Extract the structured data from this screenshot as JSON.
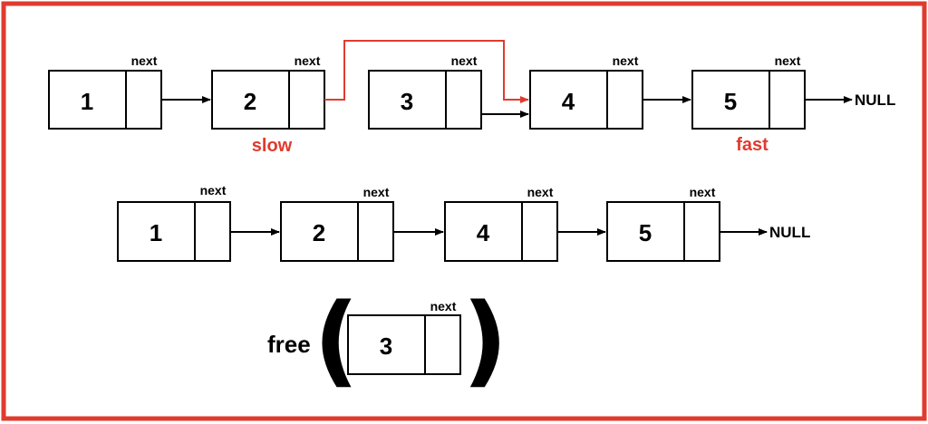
{
  "colors": {
    "frame": "#e03b2f",
    "highlight": "#e03b2f",
    "ink": "#000000"
  },
  "next_label": "next",
  "null_label": "NULL",
  "row1": {
    "nodes": [
      "1",
      "2",
      "3",
      "4",
      "5"
    ],
    "slow_label": "slow",
    "fast_label": "fast"
  },
  "row2": {
    "nodes": [
      "1",
      "2",
      "4",
      "5"
    ]
  },
  "free_call": {
    "label": "free",
    "open_paren": "(",
    "close_paren": ")",
    "node": "3"
  }
}
